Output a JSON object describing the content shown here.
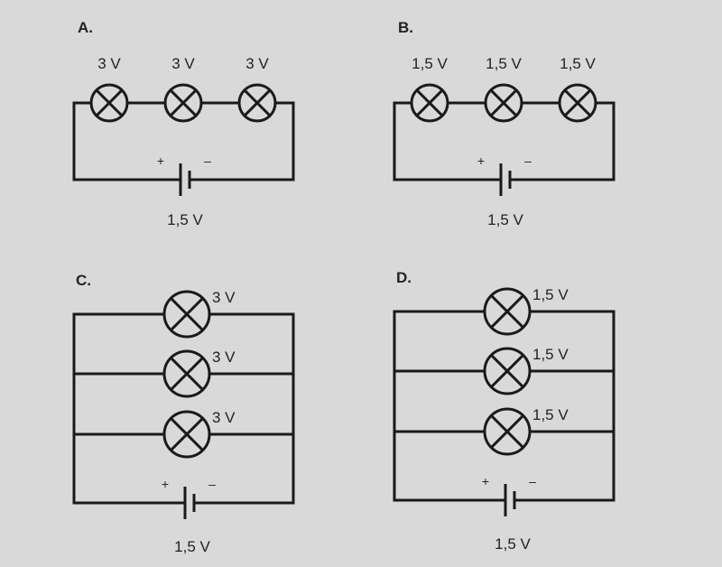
{
  "circuits": [
    {
      "label": "A.",
      "type": "series",
      "lamps": [
        "3 V",
        "3 V",
        "3 V"
      ],
      "battery": "1,5 V",
      "plus": "+",
      "minus": "–"
    },
    {
      "label": "B.",
      "type": "series",
      "lamps": [
        "1,5 V",
        "1,5 V",
        "1,5 V"
      ],
      "battery": "1,5 V",
      "plus": "+",
      "minus": "–"
    },
    {
      "label": "C.",
      "type": "parallel",
      "lamps": [
        "3 V",
        "3 V",
        "3 V"
      ],
      "battery": "1,5 V",
      "plus": "+",
      "minus": "–"
    },
    {
      "label": "D.",
      "type": "parallel",
      "lamps": [
        "1,5 V",
        "1,5 V",
        "1,5 V"
      ],
      "battery": "1,5 V",
      "plus": "+",
      "minus": "–"
    }
  ],
  "colors": {
    "background": "#d9d9d9",
    "ink": "#1a1a1a"
  }
}
